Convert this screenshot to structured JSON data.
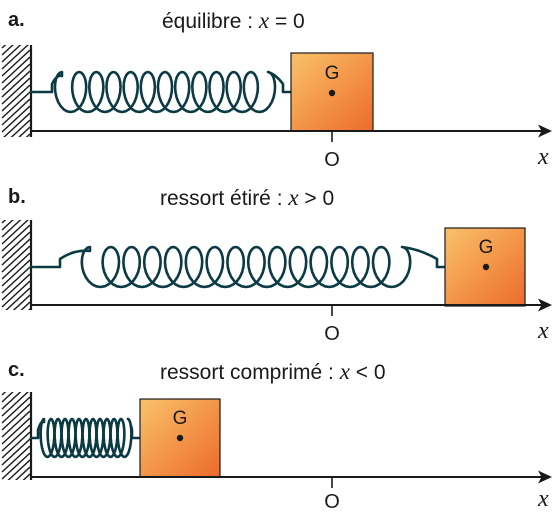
{
  "panels": [
    {
      "letter": "a.",
      "caption_prefix": "équilibre : ",
      "variable": "x",
      "relation": " = 0",
      "mass_label": "G",
      "origin_label": "O",
      "axis_label": "x"
    },
    {
      "letter": "b.",
      "caption_prefix": "ressort étiré : ",
      "variable": "x",
      "relation": " > 0",
      "mass_label": "G",
      "origin_label": "O",
      "axis_label": "x"
    },
    {
      "letter": "c.",
      "caption_prefix": "ressort comprimé : ",
      "variable": "x",
      "relation": " < 0",
      "mass_label": "G",
      "origin_label": "O",
      "axis_label": "x"
    }
  ],
  "colors": {
    "spring": "#0c3a44",
    "mass_light": "#f7b15c",
    "mass_dark": "#ee6a2e",
    "ink": "#1a1a1a"
  }
}
